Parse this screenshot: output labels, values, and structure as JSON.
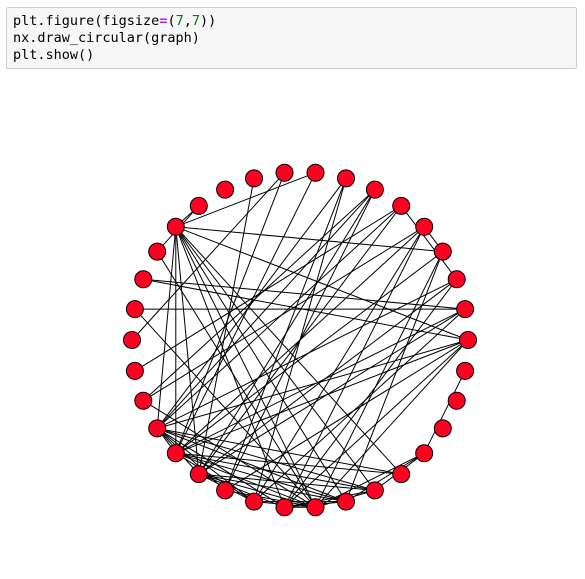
{
  "cell": {
    "lines": [
      [
        {
          "text": "plt.figure(figsize",
          "kind": "plain"
        },
        {
          "text": "=",
          "kind": "op"
        },
        {
          "text": "(",
          "kind": "plain"
        },
        {
          "text": "7",
          "kind": "num"
        },
        {
          "text": ",",
          "kind": "plain"
        },
        {
          "text": "7",
          "kind": "num"
        },
        {
          "text": "))",
          "kind": "plain"
        }
      ],
      [
        {
          "text": "nx.draw_circular(graph)",
          "kind": "plain"
        }
      ],
      [
        {
          "text": "plt.show()",
          "kind": "plain"
        }
      ]
    ]
  },
  "graph": {
    "node_count": 34,
    "node_color": "#ff0022",
    "edge_color": "#000000",
    "edges": [
      [
        0,
        13
      ],
      [
        0,
        15
      ],
      [
        0,
        20
      ],
      [
        0,
        21
      ],
      [
        0,
        23
      ],
      [
        0,
        25
      ],
      [
        0,
        26
      ],
      [
        1,
        15
      ],
      [
        1,
        16
      ],
      [
        1,
        21
      ],
      [
        1,
        22
      ],
      [
        1,
        24
      ],
      [
        2,
        5
      ],
      [
        2,
        20
      ],
      [
        2,
        22
      ],
      [
        2,
        25
      ],
      [
        3,
        4
      ],
      [
        3,
        13
      ],
      [
        3,
        21
      ],
      [
        3,
        26
      ],
      [
        3,
        27
      ],
      [
        4,
        19
      ],
      [
        4,
        21
      ],
      [
        4,
        24
      ],
      [
        4,
        25
      ],
      [
        5,
        18
      ],
      [
        5,
        20
      ],
      [
        5,
        22
      ],
      [
        6,
        19
      ],
      [
        6,
        20
      ],
      [
        6,
        22
      ],
      [
        6,
        23
      ],
      [
        7,
        20
      ],
      [
        7,
        23
      ],
      [
        7,
        24
      ],
      [
        8,
        13
      ],
      [
        8,
        21
      ],
      [
        9,
        17
      ],
      [
        9,
        21
      ],
      [
        10,
        22
      ],
      [
        12,
        13
      ],
      [
        12,
        14
      ],
      [
        13,
        20
      ],
      [
        13,
        21
      ],
      [
        13,
        22
      ],
      [
        13,
        25
      ],
      [
        13,
        26
      ],
      [
        13,
        27
      ],
      [
        13,
        28
      ],
      [
        13,
        29
      ],
      [
        14,
        26
      ],
      [
        16,
        26
      ],
      [
        19,
        26
      ],
      [
        20,
        21
      ],
      [
        20,
        22
      ],
      [
        20,
        23
      ],
      [
        20,
        24
      ],
      [
        20,
        25
      ],
      [
        20,
        27
      ],
      [
        20,
        28
      ],
      [
        20,
        29
      ],
      [
        21,
        24
      ],
      [
        21,
        26
      ],
      [
        21,
        27
      ],
      [
        21,
        28
      ],
      [
        21,
        29
      ],
      [
        22,
        24
      ],
      [
        22,
        25
      ],
      [
        22,
        26
      ],
      [
        22,
        27
      ],
      [
        22,
        28
      ],
      [
        23,
        26
      ],
      [
        24,
        26
      ],
      [
        24,
        27
      ],
      [
        25,
        26
      ],
      [
        25,
        27
      ],
      [
        25,
        28
      ],
      [
        26,
        28
      ],
      [
        26,
        30
      ],
      [
        27,
        30
      ],
      [
        28,
        30
      ],
      [
        30,
        33
      ]
    ]
  }
}
